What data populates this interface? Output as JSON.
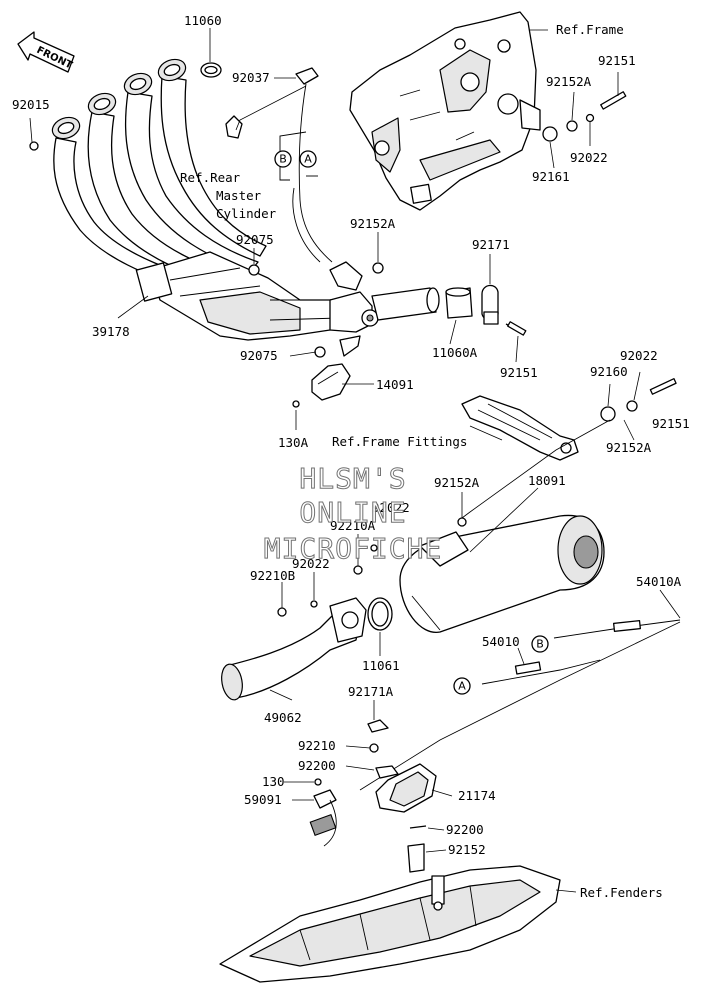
{
  "front_label": "FRONT",
  "refs": {
    "frame": "Ref.Frame",
    "rear_master_1": "Ref.Rear",
    "rear_master_2": "Master",
    "rear_master_3": "Cylinder",
    "frame_fittings": "Ref.Frame Fittings",
    "fenders": "Ref.Fenders"
  },
  "watermark": [
    "HLSM'S",
    "ONLINE",
    "MICROFICHE"
  ],
  "circle_labels": [
    "A",
    "B"
  ],
  "parts": {
    "p11060": "11060",
    "p92037": "92037",
    "p92015": "92015",
    "p92151_top": "92151",
    "p92152A_top": "92152A",
    "p92022_top": "92022",
    "p92161": "92161",
    "p92075_top": "92075",
    "p92152A_mid": "92152A",
    "p92171": "92171",
    "p39178": "39178",
    "p11060A": "11060A",
    "p92075_low": "92075",
    "p92151_mid": "92151",
    "p14091": "14091",
    "p92022_mid": "92022",
    "p92160": "92160",
    "p92151_right": "92151",
    "p130A": "130A",
    "p92152A_right": "92152A",
    "p92152A_low": "92152A",
    "p18091": "18091",
    "p92022_muffler": "92022",
    "p92210A": "92210A",
    "p92210B": "92210B",
    "p92022_low": "92022",
    "p54010A": "54010A",
    "p11061": "11061",
    "p54010": "54010",
    "p92171A": "92171A",
    "p49062": "49062",
    "p92210": "92210",
    "p92200_top": "92200",
    "p130": "130",
    "p21174": "21174",
    "p59091": "59091",
    "p92200_low": "92200",
    "p92152": "92152"
  }
}
